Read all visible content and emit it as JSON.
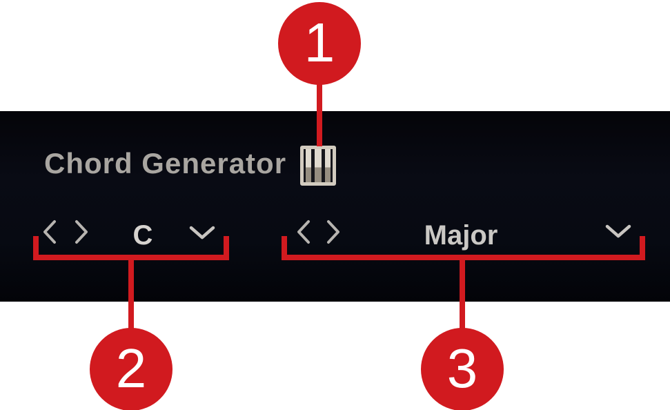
{
  "panel": {
    "title": "Chord Generator",
    "root_selector": {
      "value": "C"
    },
    "chord_type_selector": {
      "value": "Major"
    }
  },
  "annotations": {
    "markers": [
      "1",
      "2",
      "3"
    ]
  },
  "icons": {
    "title_icon": "piano-keys-icon",
    "stepper_prev": "chevron-left-icon",
    "stepper_next": "chevron-right-icon",
    "dropdown": "chevron-down-icon"
  },
  "colors": {
    "annotation_red": "#d11a1f",
    "panel_background": "#070a12",
    "title_text": "#a9a6a1",
    "value_text": "#d6d3cf",
    "glyph_gray": "#b7b4b0",
    "icon_beige": "#d2cbbf"
  }
}
